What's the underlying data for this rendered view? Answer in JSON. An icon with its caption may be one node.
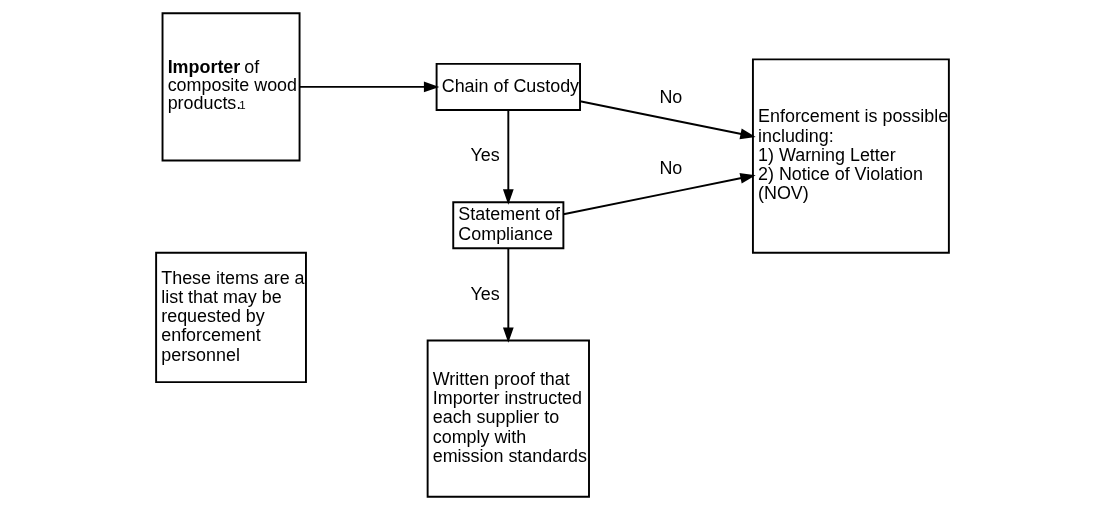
{
  "diagram": {
    "nodes": [
      {
        "text": [
          "**Importer** of composite wood products.$^{1}$"
        ]
      },
      {
        "text": [
          "Chain of Custody"
        ]
      },
      {
        "text": [
          "Statement of Compliance"
        ]
      },
      {
        "text": [
          "Enforcement is possible including:",
          "1) Warning Letter",
          "2) Notice of Violation (NOV)"
        ]
      },
      {
        "text": [
          "Written proof that Importer instructed each supplier to comply with emission standards"
        ]
      },
      {
        "text": [
          "These items are a list that may be requested by enforcement personnel"
        ]
      }
    ],
    "edges": [
      {
        "from": 0,
        "to": 1,
        "arrow": "to"
      },
      {
        "from": 1,
        "to": 3,
        "arrow": "to",
        "label": "No"
      },
      {
        "from": 1,
        "to": 2,
        "arrow": "to",
        "label": "Yes"
      },
      {
        "from": 2,
        "to": 3,
        "arrow": "to",
        "label": "No"
      },
      {
        "from": 2,
        "to": 4,
        "arrow": "to",
        "label": "Yes"
      }
    ]
  }
}
